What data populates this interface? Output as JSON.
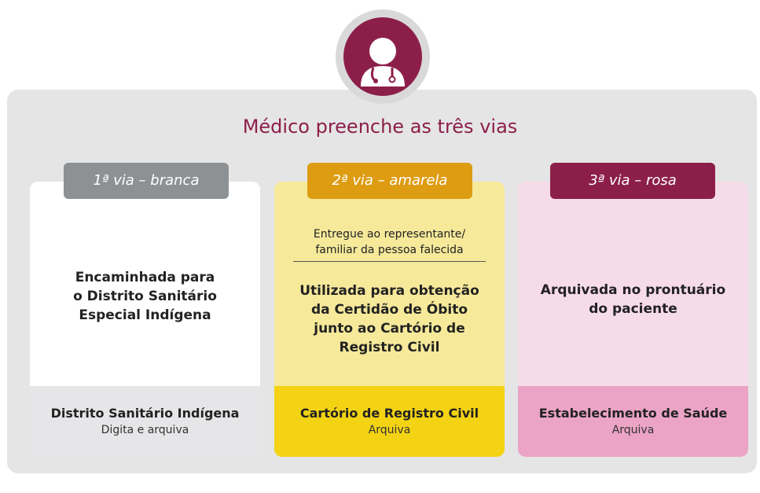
{
  "title": "Médico preenche as três vias",
  "avatar_icon": "doctor-icon",
  "colors": {
    "brand": "#8c1f4a",
    "white_tab": "#8e9194",
    "yellow_tab": "#dd9c12",
    "pink_tab": "#8c1f4a"
  },
  "copies": [
    {
      "tab": "1ª via – branca",
      "main": [
        "Encaminhada para",
        "o Distrito Sanitário",
        "Especial Indígena"
      ],
      "org": "Distrito Sanitário Indígena",
      "action": "Digita e arquiva"
    },
    {
      "tab": "2ª via – amarela",
      "sub": [
        "Entregue ao representante/",
        "familiar da pessoa falecida"
      ],
      "main": [
        "Utilizada para obtenção",
        "da Certidão de Óbito",
        "junto ao Cartório de",
        "Registro Civil"
      ],
      "org": "Cartório de Registro Civil",
      "action": "Arquiva"
    },
    {
      "tab": "3ª via – rosa",
      "main": [
        "Arquivada no prontuário",
        "do paciente"
      ],
      "org": "Estabelecimento de Saúde",
      "action": "Arquiva"
    }
  ]
}
